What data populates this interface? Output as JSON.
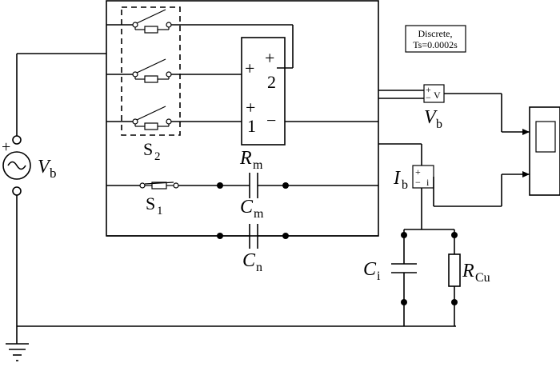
{
  "source": {
    "symbol": "V",
    "sub": "b",
    "plus": "+"
  },
  "powergui": {
    "line1": "Discrete,",
    "line2": "Ts=0.0002s"
  },
  "switch_group": {
    "symbol": "S",
    "sub": "2"
  },
  "switch_single": {
    "symbol": "S",
    "sub": "1"
  },
  "sum_block": {
    "in1": "+",
    "in2": "+",
    "top_sign": "+",
    "num_top": "2",
    "num_bottom": "1",
    "minus": "−"
  },
  "resistor_m": {
    "symbol": "R",
    "sub": "m"
  },
  "capacitor_m": {
    "symbol": "C",
    "sub": "m"
  },
  "capacitor_n": {
    "symbol": "C",
    "sub": "n"
  },
  "capacitor_i": {
    "symbol": "C",
    "sub": "i"
  },
  "resistor_cu": {
    "symbol": "R",
    "sub": "Cu"
  },
  "voltmeter": {
    "label": "V",
    "plus": "+",
    "minus": "−",
    "symbol": "V",
    "sub": "b"
  },
  "ammeter": {
    "label": "i",
    "plus": "+",
    "minus": "−",
    "symbol": "I",
    "sub": "b"
  }
}
